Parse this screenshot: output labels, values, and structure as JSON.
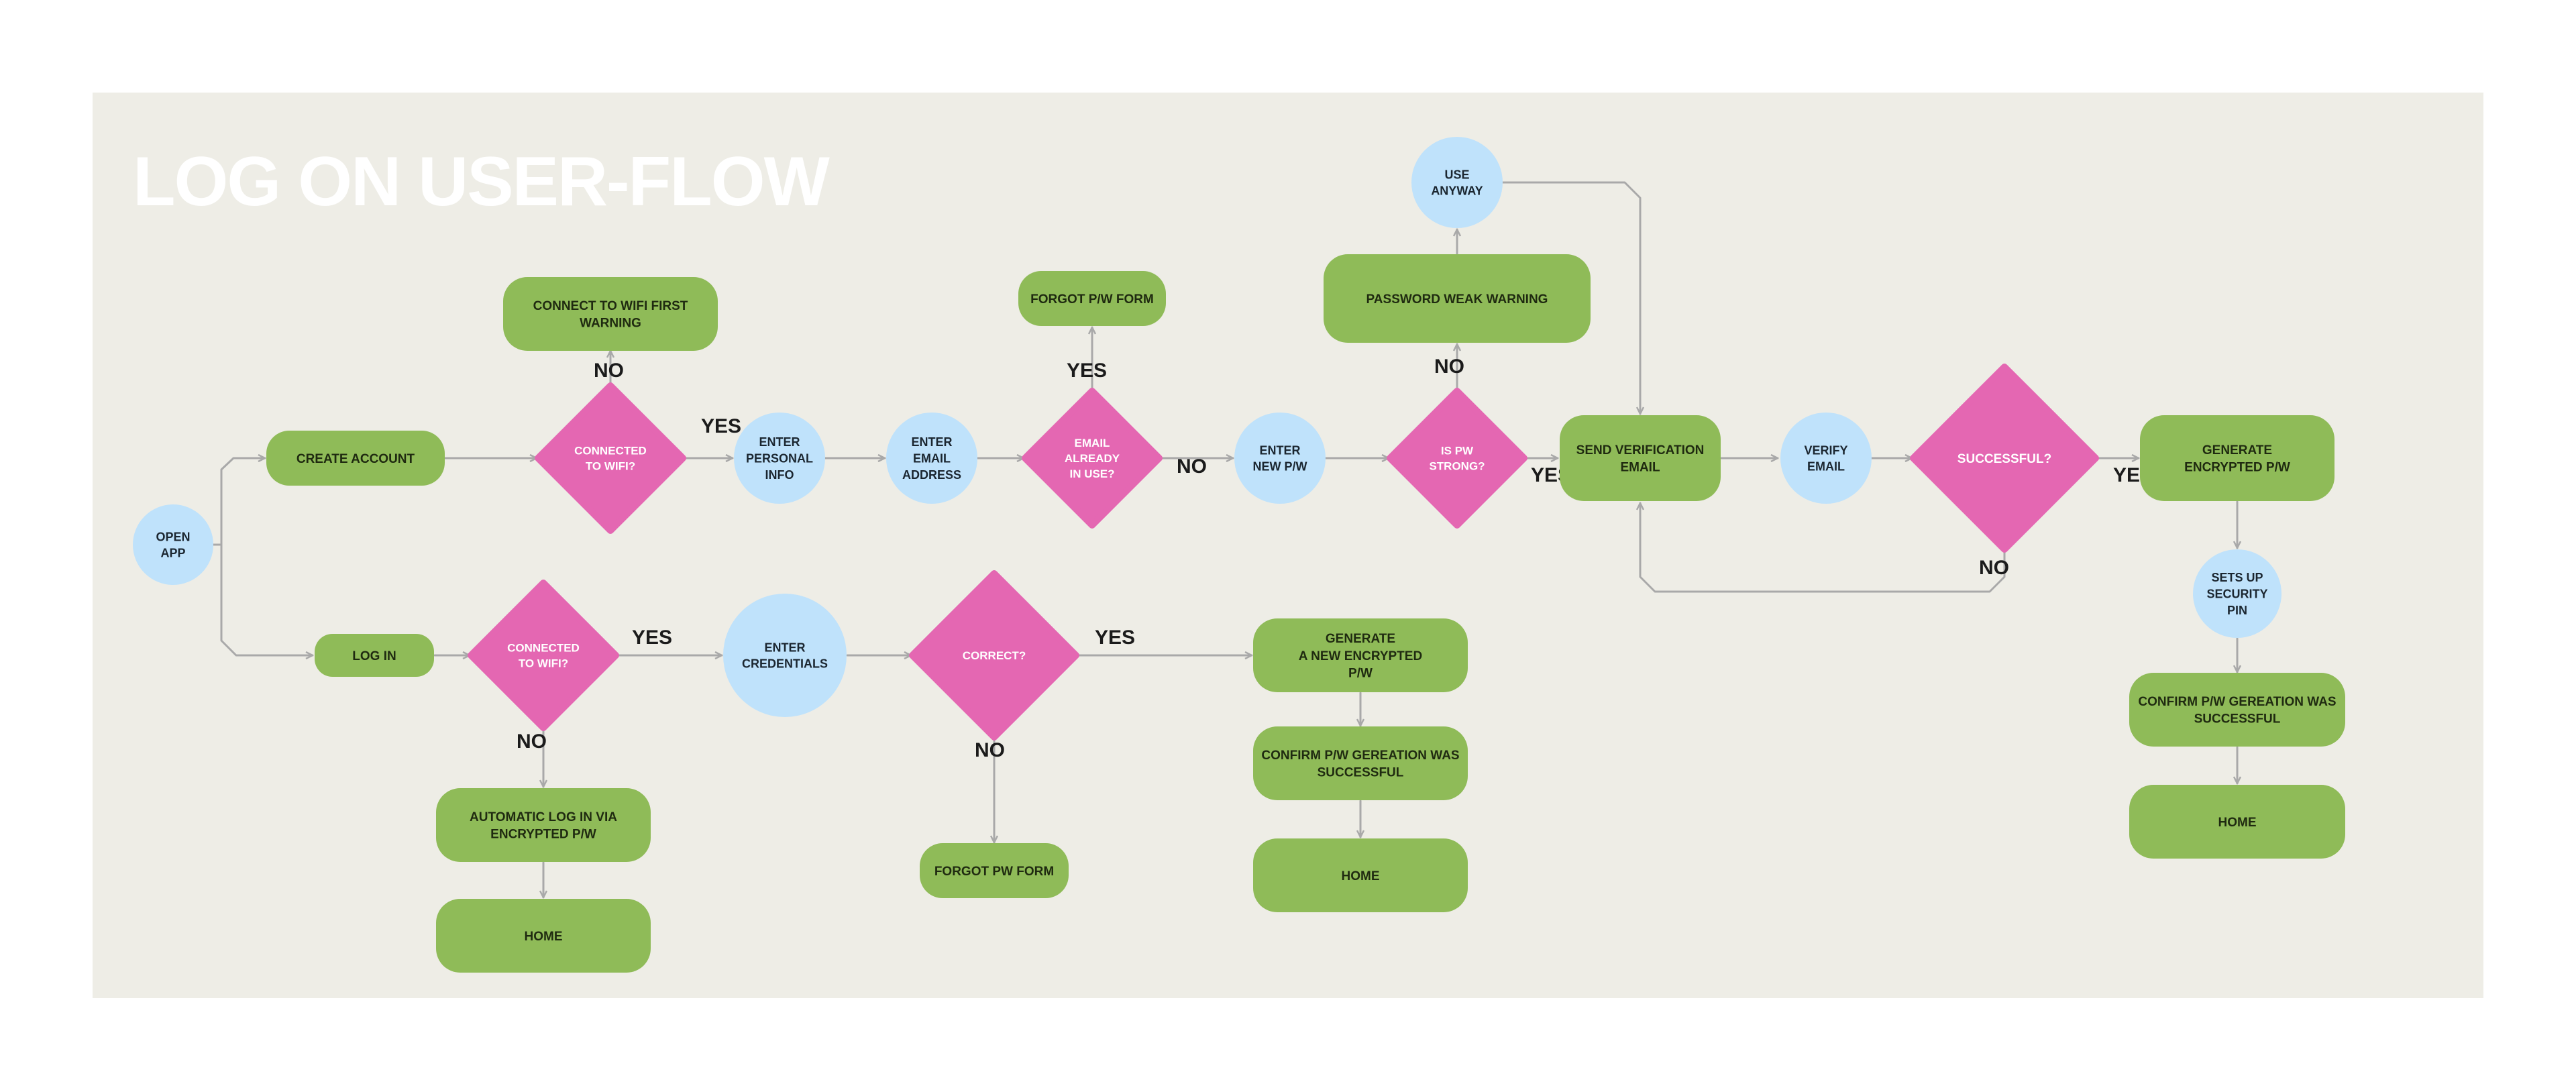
{
  "title": "LOG ON USER-FLOW",
  "colors": {
    "background": "#eeede6",
    "title": "#ffffff",
    "process": "#8fbb58",
    "process_text": "#1f2a10",
    "decision": "#e467b2",
    "decision_text": "#ffffff",
    "io": "#bfe2fb",
    "io_text": "#1b2630",
    "connector": "#a9a9a9",
    "branch_label": "#1b1b1b"
  },
  "nodes": {
    "open_app": {
      "type": "io",
      "lines": [
        "OPEN",
        "APP"
      ]
    },
    "create_account": {
      "type": "process",
      "lines": [
        "CREATE ACCOUNT"
      ]
    },
    "connected_wifi_1": {
      "type": "decision",
      "lines": [
        "CONNECTED",
        "TO WIFI?"
      ]
    },
    "wifi_warning": {
      "type": "process",
      "lines": [
        "CONNECT TO WIFI FIRST",
        "WARNING"
      ]
    },
    "enter_personal_info": {
      "type": "io",
      "lines": [
        "ENTER",
        "PERSONAL",
        "INFO"
      ]
    },
    "enter_email": {
      "type": "io",
      "lines": [
        "ENTER",
        "EMAIL",
        "ADDRESS"
      ]
    },
    "email_in_use": {
      "type": "decision",
      "lines": [
        "EMAIL",
        "ALREADY",
        "IN USE?"
      ]
    },
    "forgot_pw_form_top": {
      "type": "process",
      "lines": [
        "FORGOT P/W FORM"
      ]
    },
    "enter_new_pw": {
      "type": "io",
      "lines": [
        "ENTER",
        "NEW P/W"
      ]
    },
    "is_pw_strong": {
      "type": "decision",
      "lines": [
        "IS PW",
        "STRONG?"
      ]
    },
    "pw_weak_warning": {
      "type": "process",
      "lines": [
        "PASSWORD WEAK WARNING"
      ]
    },
    "use_anyway": {
      "type": "io",
      "lines": [
        "USE",
        "ANYWAY"
      ]
    },
    "send_verification": {
      "type": "process",
      "lines": [
        "SEND VERIFICATION",
        "EMAIL"
      ]
    },
    "verify_email": {
      "type": "io",
      "lines": [
        "VERIFY",
        "EMAIL"
      ]
    },
    "successful": {
      "type": "decision",
      "lines": [
        "SUCCESSFUL?"
      ]
    },
    "generate_encrypted": {
      "type": "process",
      "lines": [
        "GENERATE",
        "ENCRYPTED P/W"
      ]
    },
    "security_pin": {
      "type": "io",
      "lines": [
        "SETS UP",
        "SECURITY",
        "PIN"
      ]
    },
    "confirm_right": {
      "type": "process",
      "lines": [
        "CONFIRM P/W GEREATION WAS",
        "SUCCESSFUL"
      ]
    },
    "home_right": {
      "type": "process",
      "lines": [
        "HOME"
      ]
    },
    "log_in": {
      "type": "process",
      "lines": [
        "LOG IN"
      ]
    },
    "connected_wifi_2": {
      "type": "decision",
      "lines": [
        "CONNECTED",
        "TO WIFI?"
      ]
    },
    "auto_login": {
      "type": "process",
      "lines": [
        "AUTOMATIC LOG IN VIA",
        "ENCRYPTED P/W"
      ]
    },
    "home_left": {
      "type": "process",
      "lines": [
        "HOME"
      ]
    },
    "enter_credentials": {
      "type": "io",
      "lines": [
        "ENTER",
        "CREDENTIALS"
      ]
    },
    "correct": {
      "type": "decision",
      "lines": [
        "CORRECT?"
      ]
    },
    "forgot_pw_form_bottom": {
      "type": "process",
      "lines": [
        "FORGOT PW FORM"
      ]
    },
    "generate_new_encrypted": {
      "type": "process",
      "lines": [
        "GENERATE",
        "A NEW ENCRYPTED",
        "P/W"
      ]
    },
    "confirm_middle": {
      "type": "process",
      "lines": [
        "CONFIRM P/W GEREATION WAS",
        "SUCCESSFUL"
      ]
    },
    "home_middle": {
      "type": "process",
      "lines": [
        "HOME"
      ]
    }
  },
  "edges": [
    {
      "from": "open_app",
      "to": "create_account"
    },
    {
      "from": "open_app",
      "to": "log_in"
    },
    {
      "from": "create_account",
      "to": "connected_wifi_1"
    },
    {
      "from": "connected_wifi_1",
      "to": "wifi_warning",
      "label": "NO"
    },
    {
      "from": "connected_wifi_1",
      "to": "enter_personal_info",
      "label": "YES"
    },
    {
      "from": "enter_personal_info",
      "to": "enter_email"
    },
    {
      "from": "enter_email",
      "to": "email_in_use"
    },
    {
      "from": "email_in_use",
      "to": "forgot_pw_form_top",
      "label": "YES"
    },
    {
      "from": "email_in_use",
      "to": "enter_new_pw",
      "label": "NO"
    },
    {
      "from": "enter_new_pw",
      "to": "is_pw_strong"
    },
    {
      "from": "is_pw_strong",
      "to": "pw_weak_warning",
      "label": "NO"
    },
    {
      "from": "pw_weak_warning",
      "to": "use_anyway"
    },
    {
      "from": "use_anyway",
      "to": "send_verification"
    },
    {
      "from": "is_pw_strong",
      "to": "send_verification",
      "label": "YES"
    },
    {
      "from": "send_verification",
      "to": "verify_email"
    },
    {
      "from": "verify_email",
      "to": "successful"
    },
    {
      "from": "successful",
      "to": "generate_encrypted",
      "label": "YES"
    },
    {
      "from": "successful",
      "to": "send_verification",
      "label": "NO"
    },
    {
      "from": "generate_encrypted",
      "to": "security_pin"
    },
    {
      "from": "security_pin",
      "to": "confirm_right"
    },
    {
      "from": "confirm_right",
      "to": "home_right"
    },
    {
      "from": "log_in",
      "to": "connected_wifi_2"
    },
    {
      "from": "connected_wifi_2",
      "to": "enter_credentials",
      "label": "YES"
    },
    {
      "from": "connected_wifi_2",
      "to": "auto_login",
      "label": "NO"
    },
    {
      "from": "auto_login",
      "to": "home_left"
    },
    {
      "from": "enter_credentials",
      "to": "correct"
    },
    {
      "from": "correct",
      "to": "generate_new_encrypted",
      "label": "YES"
    },
    {
      "from": "correct",
      "to": "forgot_pw_form_bottom",
      "label": "NO"
    },
    {
      "from": "generate_new_encrypted",
      "to": "confirm_middle"
    },
    {
      "from": "confirm_middle",
      "to": "home_middle"
    }
  ]
}
